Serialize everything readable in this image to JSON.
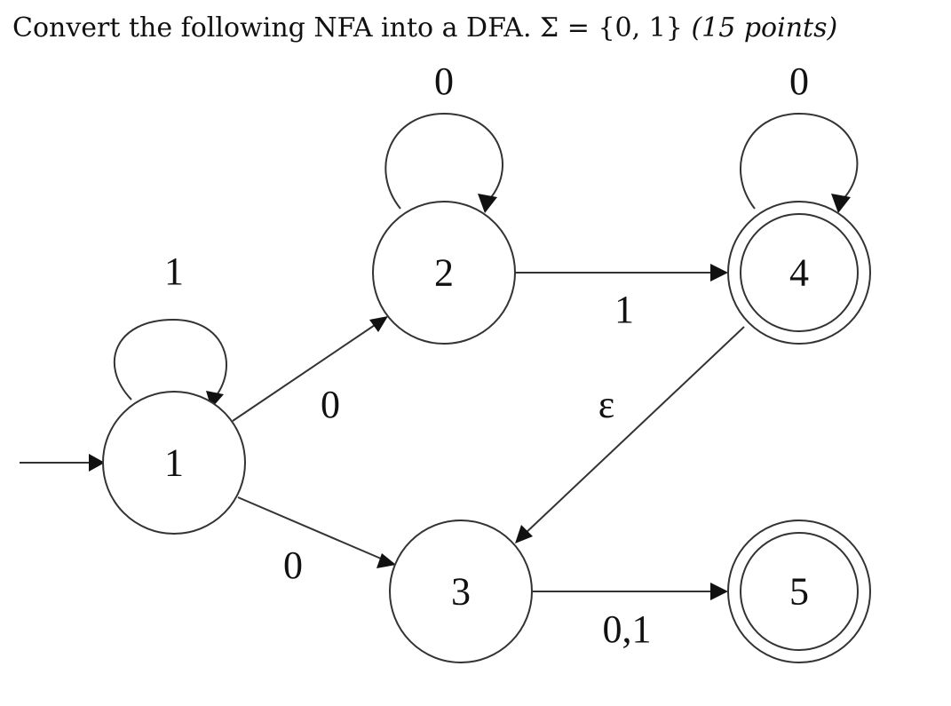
{
  "question": {
    "main": "Convert the following NFA into a DFA. Σ = {0, 1}",
    "points": "(15 points)"
  },
  "states": {
    "s1": "1",
    "s2": "2",
    "s3": "3",
    "s4": "4",
    "s5": "5"
  },
  "accepting_states": [
    "4",
    "5"
  ],
  "start_state": "1",
  "transitions": {
    "loop_1": "1",
    "loop_2": "0",
    "loop_4": "0",
    "t_1_2": "0",
    "t_1_3": "0",
    "t_2_4": "1",
    "t_4_3": "ε",
    "t_3_5": "0,1"
  }
}
